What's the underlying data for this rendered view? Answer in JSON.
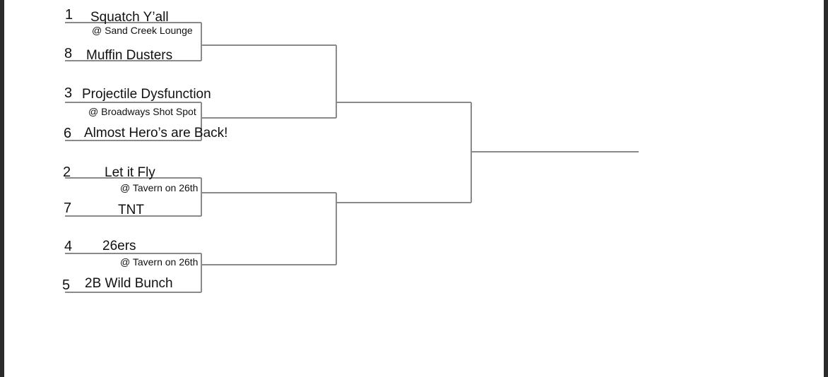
{
  "bracket": {
    "matches": [
      {
        "top": {
          "seed": "1",
          "name": "Squatch Y’all"
        },
        "venue": "@ Sand Creek Lounge",
        "bottom": {
          "seed": "8",
          "name": "Muffin Dusters"
        }
      },
      {
        "top": {
          "seed": "3",
          "name": "Projectile Dysfunction"
        },
        "venue": "@ Broadways Shot Spot",
        "bottom": {
          "seed": "6",
          "name": "Almost Hero’s are Back!"
        }
      },
      {
        "top": {
          "seed": "2",
          "name": "Let it Fly"
        },
        "venue": "@ Tavern on 26th",
        "bottom": {
          "seed": "7",
          "name": "TNT"
        }
      },
      {
        "top": {
          "seed": "4",
          "name": "26ers"
        },
        "venue": "@ Tavern on 26th",
        "bottom": {
          "seed": "5",
          "name": "2B Wild Bunch"
        }
      }
    ]
  },
  "colors": {
    "line": "#8a8a8a",
    "frame": "#2b2b2b",
    "paper": "#ffffff"
  }
}
